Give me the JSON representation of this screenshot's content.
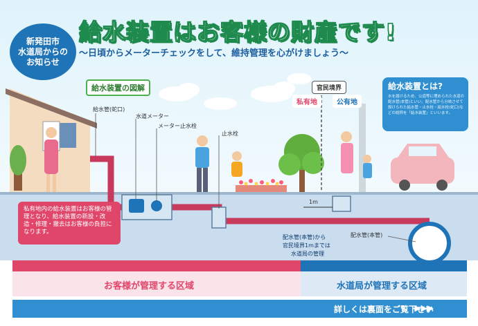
{
  "badge": {
    "line1": "新発田市",
    "line2": "水道局からの",
    "line3": "お知らせ"
  },
  "title": "給水装置はお客様の財産です!",
  "subtitle": "〜日頃からメーターチェックをして、維持管理を心がけましょう〜",
  "diagram_label": "給水装置の図解",
  "boundary": {
    "label": "官民境界",
    "private": "私有地",
    "public": "公有地",
    "distance": "1m"
  },
  "labels": {
    "faucet": "給水管(蛇口)",
    "meter": "水道メーター",
    "meter_valve": "メーター止水栓",
    "stop_valve": "止水栓",
    "main_pipe": "配水管(本管)",
    "main_note_1": "配水管(本管)から",
    "main_note_2": "官民境界1mまでは",
    "main_note_3": "水道局の管理"
  },
  "info": {
    "heading": "給水装置とは?",
    "body": "水を届けるため、公道等に埋められた水道の配水管(本管)といい、配水管から分岐させて設けられた給水管・止水栓・給水栓(蛇口)などの総称を「給水装置」といいます。"
  },
  "note": "私有地内の給水装置はお客様の管理となり、給水装置の新設・改造・修理・撤去はお客様の負担になります。",
  "zones": {
    "customer": "お客様が管理する区域",
    "utility": "水道局が管理する区域"
  },
  "footer": {
    "text": "詳しくは裏面をご覧下さい",
    "arrows": "▶▶▶"
  },
  "colors": {
    "title_green": "#1f8a4d",
    "blue": "#1f73b7",
    "pink": "#e0466a",
    "pipe": "#c83a5c",
    "ground": "#c9ddef"
  }
}
